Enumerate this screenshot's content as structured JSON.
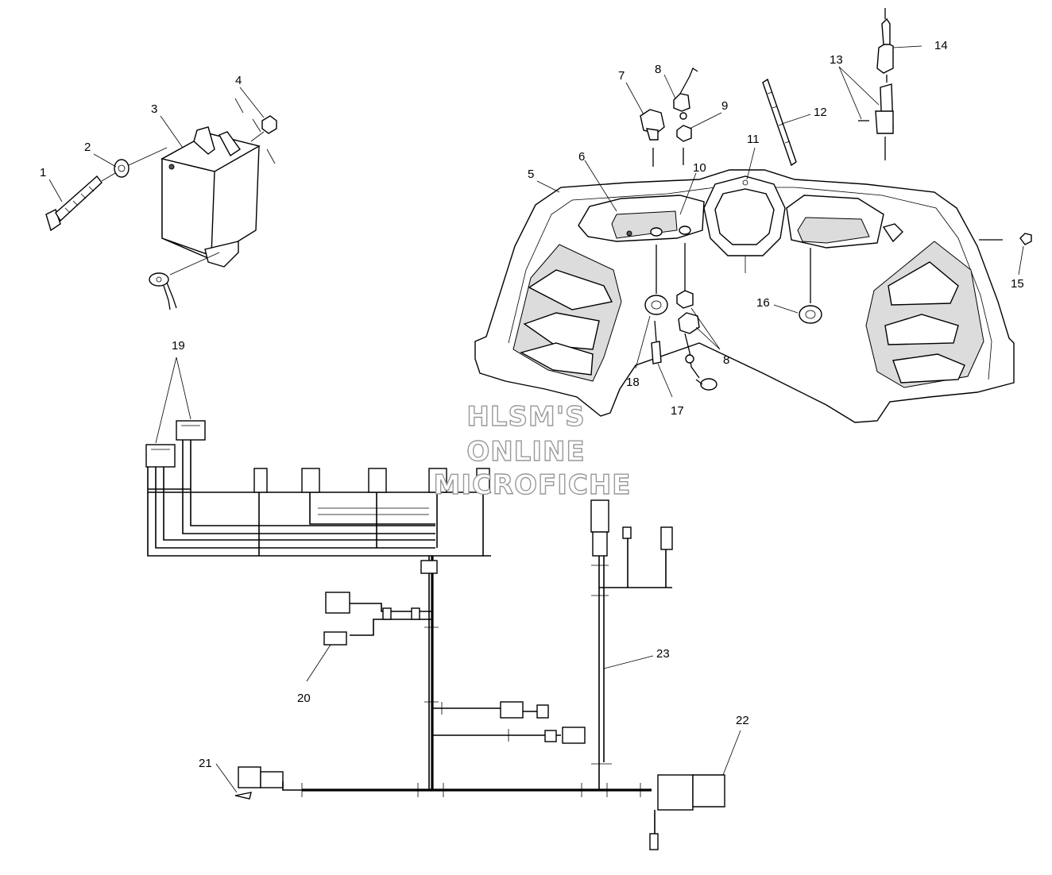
{
  "callouts": [
    "1",
    "2",
    "3",
    "4",
    "5",
    "6",
    "7",
    "8",
    "9",
    "10",
    "11",
    "12",
    "13",
    "14",
    "15",
    "16",
    "17",
    "18",
    "19",
    "20",
    "21",
    "22",
    "23",
    "8"
  ],
  "watermark": {
    "line1": "HLSM'S",
    "line2": "ONLINE",
    "line3": "MICROFICHE"
  }
}
